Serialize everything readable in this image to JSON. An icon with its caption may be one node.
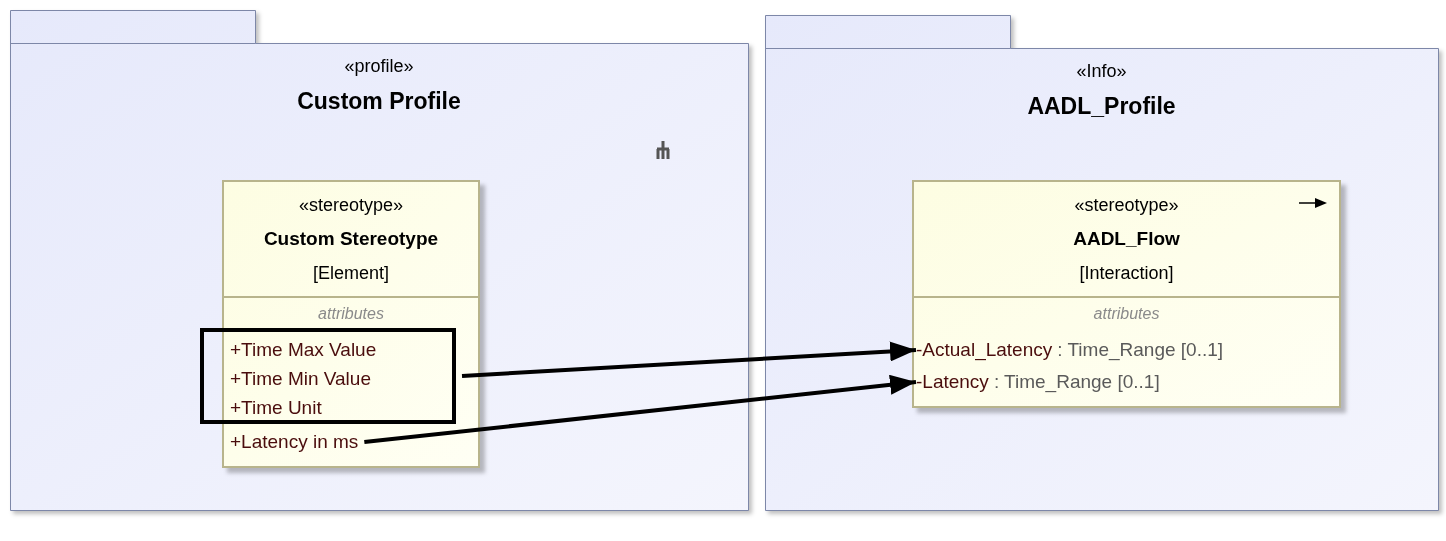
{
  "diagram": {
    "nodes": [
      {
        "text": [
          "«profile»",
          "Custom Profile"
        ]
      },
      {
        "text": [
          "«stereotype»",
          "Custom Stereotype",
          "[Element]",
          "attributes"
        ],
        "in": 0
      },
      {
        "text": [
          "+Time Max Value",
          "+Time Min Value",
          "+Time Unit"
        ],
        "in": 0
      },
      {
        "text": [
          "+Latency in ms"
        ],
        "in": 1
      },
      {
        "text": [
          "«Info»",
          "AADL_Profile"
        ]
      },
      {
        "text": [
          "«stereotype»",
          "AADL_Flow",
          "[Interaction]",
          "attributes"
        ],
        "in": 4
      },
      {
        "text": [
          "-Actual_Latency",
          ": Time_Range [0..1]"
        ],
        "in": 5
      },
      {
        "text": [
          "-Latency",
          ": Time_Range [0..1]"
        ],
        "in": 5
      }
    ],
    "edges": [
      {
        "from": 2,
        "to": 6,
        "arrow": "to"
      },
      {
        "from": 3,
        "to": 7,
        "arrow": "to"
      }
    ]
  }
}
